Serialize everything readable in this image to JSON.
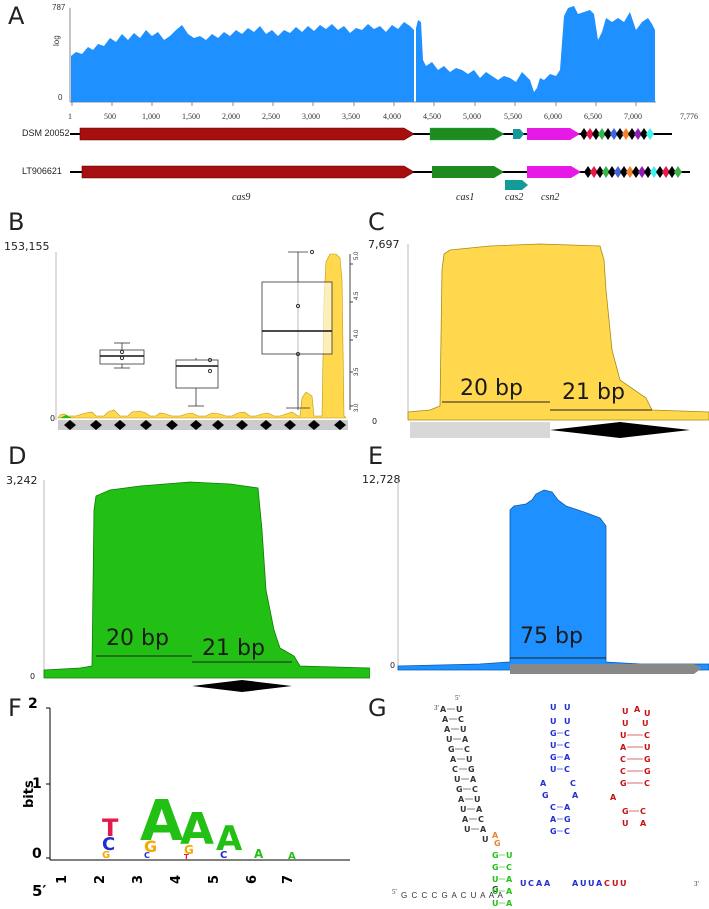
{
  "panels": {
    "A": "A",
    "B": "B",
    "C": "C",
    "D": "D",
    "E": "E",
    "F": "F",
    "G": "G"
  },
  "panelA": {
    "ymax": "787",
    "ylabel": "log",
    "ymin": "0",
    "xticks": [
      "1",
      "500",
      "1,000",
      "1,500",
      "2,000",
      "2,500",
      "3,000",
      "3,500",
      "4,000",
      "4,500",
      "5,000",
      "5,500",
      "6,000",
      "6,500",
      "7,000",
      "7,776"
    ],
    "strain1": "DSM 20052",
    "strain2": "LT906621",
    "genes": [
      "cas9",
      "cas1",
      "cas2",
      "csn2"
    ]
  },
  "panelB": {
    "ymax": "153,155",
    "ymin": "0",
    "inset_ticks": [
      "5.0",
      "4.5",
      "4.0",
      "3.5",
      "3.0"
    ]
  },
  "panelC": {
    "ymax": "7,697",
    "ymin": "0",
    "label1": "20 bp",
    "label2": "21 bp"
  },
  "panelD": {
    "ymax": "3,242",
    "ymin": "0",
    "label1": "20 bp",
    "label2": "21 bp"
  },
  "panelE": {
    "ymax": "12,728",
    "ymin": "0",
    "label1": "75 bp"
  },
  "panelF": {
    "ylabel": "bits",
    "yticks": [
      "2",
      "1",
      "0"
    ],
    "xticks": [
      "1",
      "2",
      "3",
      "4",
      "5",
      "6",
      "7"
    ],
    "five_prime": "5′"
  },
  "panelG": {
    "five": "5'",
    "three": "3'",
    "seq_left": "G C C C G A C U A A A",
    "top5": "5'",
    "top3": "3'"
  },
  "colors": {
    "blue": "#1e90ff",
    "yellow": "#ffd84d",
    "green": "#22c014",
    "red": "#a50f0f",
    "gene_green": "#1f8a1f",
    "teal": "#159a9a",
    "magenta": "#e619e6"
  }
}
